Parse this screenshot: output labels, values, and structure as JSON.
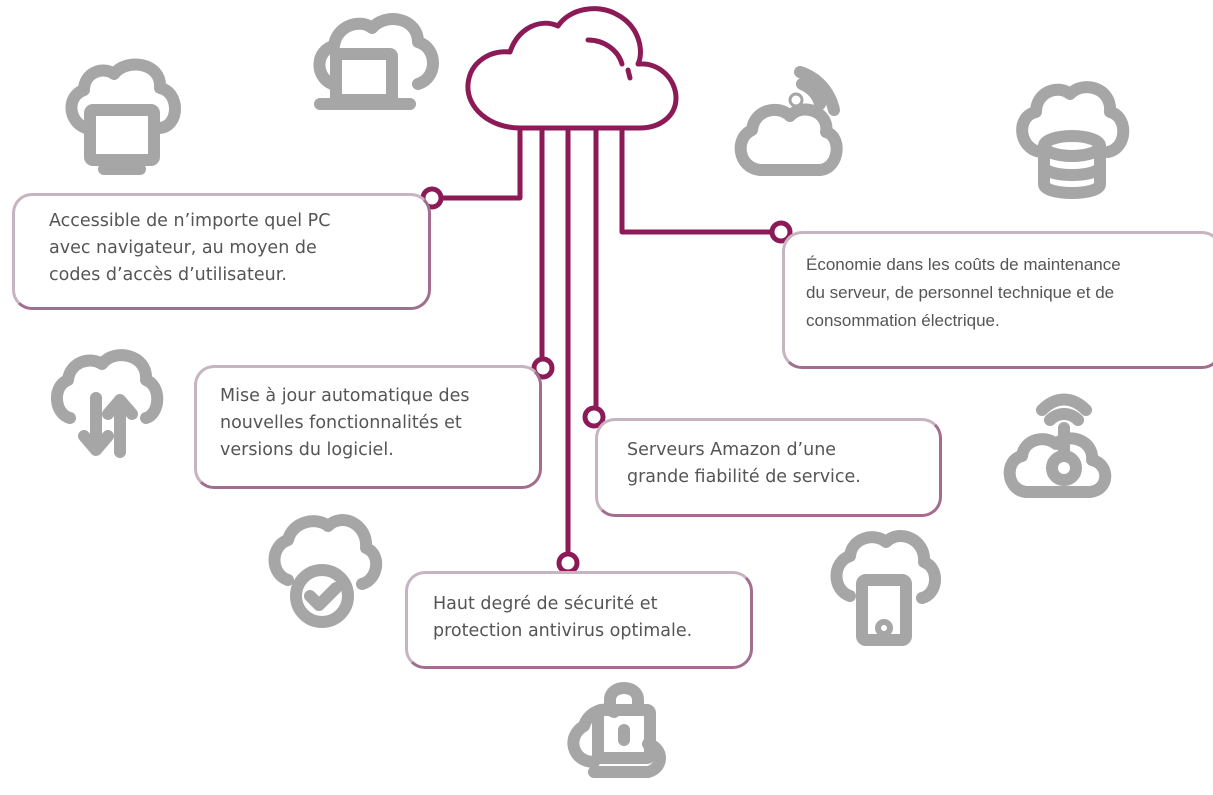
{
  "colors": {
    "accent": "#8b1a56",
    "icon_gray": "#a6a6a6",
    "box_border": "#a26d8f",
    "text": "#555555"
  },
  "icons": [
    "cloud-monitor-icon",
    "cloud-laptop-icon",
    "cloud-wifi-icon",
    "cloud-database-icon",
    "cloud-upload-download-icon",
    "cloud-antenna-icon",
    "cloud-check-icon",
    "cloud-mobile-icon",
    "cloud-lock-icon",
    "central-cloud-icon"
  ],
  "boxes": {
    "access": {
      "lines": [
        "Accessible de n’importe quel PC",
        "avec navigateur, au moyen de",
        "codes d’accès d’utilisateur."
      ]
    },
    "updates": {
      "lines": [
        "Mise à jour automatique des",
        "nouvelles fonctionnalités et",
        "versions du logiciel."
      ]
    },
    "amazon": {
      "lines": [
        "Serveurs Amazon d’une",
        "grande fiabilité de service."
      ]
    },
    "security": {
      "lines": [
        "Haut degré de sécurité et",
        "protection antivirus optimale."
      ]
    },
    "economy": {
      "lines": [
        "Économie dans les coûts de maintenance",
        "du serveur, de personnel technique et de",
        "consommation électrique."
      ]
    }
  }
}
